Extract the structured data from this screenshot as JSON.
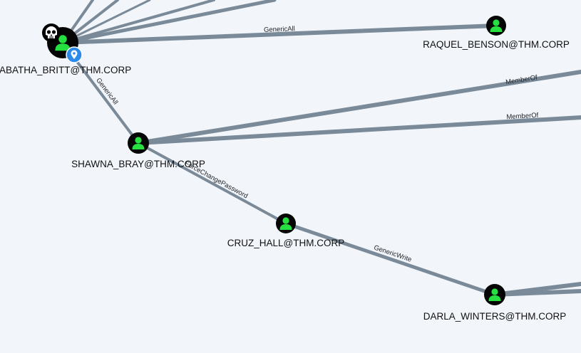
{
  "graph": {
    "background": "#f2f6fb",
    "edge_color": "#7a8a98",
    "node_fill": "#050505",
    "user_icon_color": "#25e040",
    "nodes": [
      {
        "id": "tabatha",
        "label": "TABATHA_BRITT@THM.CORP",
        "icon": "user-icon",
        "owned_badge": "skull-icon",
        "start_badge": "map-pin-icon"
      },
      {
        "id": "raquel",
        "label": "RAQUEL_BENSON@THM.CORP",
        "icon": "user-icon"
      },
      {
        "id": "shawna",
        "label": "SHAWNA_BRAY@THM.CORP",
        "icon": "user-icon"
      },
      {
        "id": "cruz",
        "label": "CRUZ_HALL@THM.CORP",
        "icon": "user-icon"
      },
      {
        "id": "darla",
        "label": "DARLA_WINTERS@THM.CORP",
        "icon": "user-icon"
      }
    ],
    "edges": [
      {
        "from": "tabatha",
        "to": "raquel",
        "label": "GenericAll"
      },
      {
        "from": "tabatha",
        "to": "shawna",
        "label": "GenericAll"
      },
      {
        "from": "shawna",
        "to": "offscreen-group-1",
        "label": "MemberOf"
      },
      {
        "from": "shawna",
        "to": "offscreen-group-2",
        "label": "MemberOf"
      },
      {
        "from": "shawna",
        "to": "cruz",
        "label": "ForceChangePassword"
      },
      {
        "from": "cruz",
        "to": "darla",
        "label": "GenericWrite"
      }
    ]
  }
}
